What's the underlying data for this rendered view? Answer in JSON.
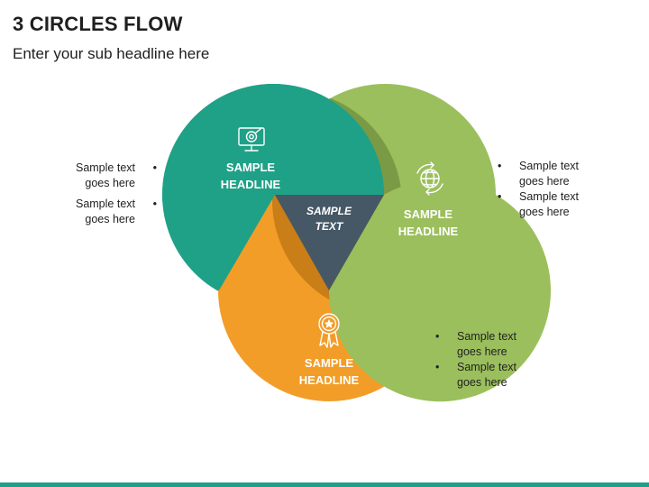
{
  "title": "3 CIRCLES FLOW",
  "subtitle": "Enter your sub headline here",
  "center_label": [
    "SAMPLE",
    "TEXT"
  ],
  "circles": {
    "teal": {
      "headline": [
        "SAMPLE",
        "HEADLINE"
      ],
      "icon": "monitor-target-icon",
      "color": "#1fa187"
    },
    "green": {
      "headline": [
        "SAMPLE",
        "HEADLINE"
      ],
      "icon": "globe-arrows-icon",
      "color": "#9bbf5d"
    },
    "orange": {
      "headline": [
        "SAMPLE",
        "HEADLINE"
      ],
      "icon": "award-ribbon-icon",
      "color": "#f29d28"
    }
  },
  "center_color": "#465766",
  "bullets": {
    "left": [
      {
        "line1": "Sample text",
        "line2": "goes here"
      },
      {
        "line1": "Sample text",
        "line2": "goes here"
      }
    ],
    "right": [
      {
        "line1": "Sample text",
        "line2": "goes here"
      },
      {
        "line1": "Sample text",
        "line2": "goes here"
      }
    ],
    "bottom": [
      {
        "line1": "Sample text",
        "line2": "goes here"
      },
      {
        "line1": "Sample text",
        "line2": "goes here"
      }
    ]
  }
}
